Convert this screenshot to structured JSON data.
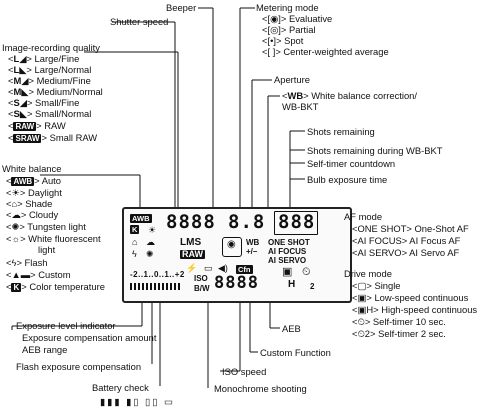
{
  "labels": {
    "shutter_speed": "Shutter speed",
    "beeper": "Beeper",
    "metering_mode": "Metering mode",
    "metering_evaluative": "Evaluative",
    "metering_partial": "Partial",
    "metering_spot": "Spot",
    "metering_center": "Center-weighted average",
    "image_quality": "Image-recording quality",
    "iq_large_fine": "Large/Fine",
    "iq_large_normal": "Large/Normal",
    "iq_medium_fine": "Medium/Fine",
    "iq_medium_normal": "Medium/Normal",
    "iq_small_fine": "Small/Fine",
    "iq_small_normal": "Small/Normal",
    "iq_raw": "RAW",
    "iq_small_raw": "Small RAW",
    "aperture": "Aperture",
    "wb_correction_1": "White balance correction/",
    "wb_correction_2": "WB-BKT",
    "shots_remaining": "Shots remaining",
    "shots_remaining_wbbkt": "Shots remaining during WB-BKT",
    "self_timer_countdown": "Self-timer countdown",
    "bulb_exposure_time": "Bulb exposure time",
    "white_balance": "White balance",
    "wb_auto": "Auto",
    "wb_daylight": "Daylight",
    "wb_shade": "Shade",
    "wb_cloudy": "Cloudy",
    "wb_tungsten": "Tungsten light",
    "wb_fluorescent_1": "White fluorescent",
    "wb_fluorescent_2": "light",
    "wb_flash": "Flash",
    "wb_custom": "Custom",
    "wb_color_temp": "Color temperature",
    "af_mode": "AF mode",
    "af_one_shot": "<ONE SHOT> One-Shot AF",
    "af_ai_focus": "<AI FOCUS> AI Focus AF",
    "af_ai_servo": "<AI SERVO> AI Servo AF",
    "drive_mode": "Drive mode",
    "drive_single": "Single",
    "drive_low": "Low-speed continuous",
    "drive_high": "High-speed continuous",
    "drive_self10": "Self-timer 10 sec.",
    "drive_self2": "Self-timer 2 sec.",
    "exposure_level": "Exposure level indicator",
    "exposure_comp_1": "Exposure compensation amount",
    "exposure_comp_2": "AEB range",
    "flash_comp": "Flash exposure compensation",
    "battery_check": "Battery check",
    "monochrome": "Monochrome shooting",
    "iso_speed": "ISO speed",
    "custom_function": "Custom Function",
    "aeb": "AEB"
  },
  "tags": {
    "L": "L",
    "M": "M",
    "S": "S",
    "RAW": "RAW",
    "SRAW": "SRAW",
    "AWB": "AWB",
    "K": "K"
  },
  "lcd": {
    "shutter": "8888",
    "aperture": "8.8",
    "shots": "888",
    "iso_digits": "8888",
    "awb": "AWB",
    "k": "K",
    "lms": "LMS",
    "raw": "RAW",
    "wb": "WB",
    "wb_pm": "+/–",
    "one_shot": "ONE SHOT",
    "ai_focus": "AI FOCUS",
    "ai_servo": "AI SERVO",
    "iso": "ISO",
    "bw": "B/W",
    "cfn": "Cfn",
    "h": "H",
    "two": "2",
    "scale": "-2..1..0..1..+2"
  },
  "icons": [
    "evaluative-metering-icon",
    "partial-metering-icon",
    "spot-metering-icon",
    "center-weighted-icon",
    "daylight-icon",
    "shade-icon",
    "cloudy-icon",
    "tungsten-icon",
    "fluorescent-icon",
    "flash-icon",
    "custom-wb-icon",
    "single-shot-icon",
    "low-continuous-icon",
    "high-continuous-icon",
    "self-timer-10-icon",
    "self-timer-2-icon",
    "battery-icon"
  ]
}
